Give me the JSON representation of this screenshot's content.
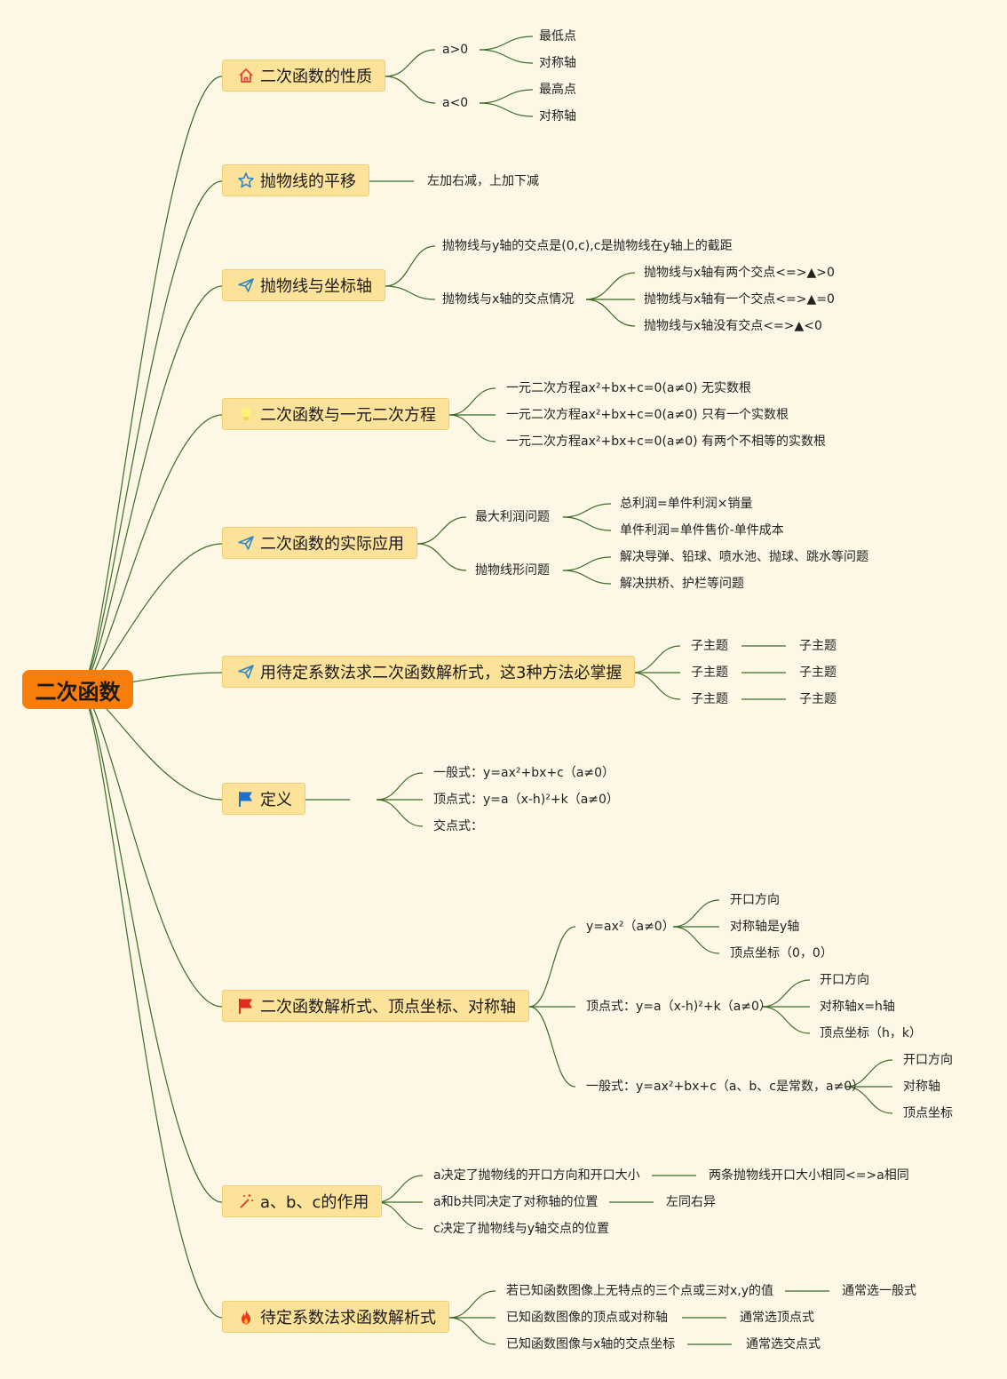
{
  "root": "二次函数",
  "branches": [
    {
      "label": "二次函数的性质",
      "icon": "home-icon"
    },
    {
      "label": "抛物线的平移",
      "icon": "star-icon"
    },
    {
      "label": "抛物线与坐标轴",
      "icon": "send-icon"
    },
    {
      "label": "二次函数与一元二次方程",
      "icon": "lightbulb-icon"
    },
    {
      "label": "二次函数的实际应用",
      "icon": "send-icon"
    },
    {
      "label": "用待定系数法求二次函数解析式，这3种方法必掌握",
      "icon": "send-icon"
    },
    {
      "label": "定义",
      "icon": "blue-flag-icon"
    },
    {
      "label": "二次函数解析式、顶点坐标、对称轴",
      "icon": "red-flag-icon"
    },
    {
      "label": "a、b、c的作用",
      "icon": "magic-wand-icon"
    },
    {
      "label": "待定系数法求函数解析式",
      "icon": "fire-icon"
    }
  ],
  "nodes": {
    "n1": "a>0",
    "n2": "最低点",
    "n3": "对称轴",
    "n4": "a<0",
    "n5": "最高点",
    "n6": "对称轴",
    "n7": "左加右减，上加下减",
    "n8": "抛物线与y轴的交点是(0,c),c是抛物线在y轴上的截距",
    "n9": "抛物线与x轴的交点情况",
    "n10": "抛物线与x轴有两个交点<=>▲>0",
    "n11": "抛物线与x轴有一个交点<=>▲=0",
    "n12": "抛物线与x轴没有交点<=>▲<0",
    "n13": "一元二次方程ax²+bx+c=0(a≠0)  无实数根",
    "n14": "一元二次方程ax²+bx+c=0(a≠0)  只有一个实数根",
    "n15": "一元二次方程ax²+bx+c=0(a≠0)  有两个不相等的实数根",
    "n16": "最大利润问题",
    "n17": "总利润=单件利润×销量",
    "n18": "单件利润=单件售价-单件成本",
    "n19": "抛物线形问题",
    "n20": "解决导弹、铅球、喷水池、抛球、跳水等问题",
    "n21": "解决拱桥、护栏等问题",
    "n22": "子主题",
    "n23": "子主题",
    "n24": "子主题",
    "n25": "子主题",
    "n26": "子主题",
    "n27": "子主题",
    "n28": "一般式：y=ax²+bx+c（a≠0）",
    "n29": "顶点式：y=a（x-h)²+k（a≠0）",
    "n30": "交点式：",
    "n31": "y=ax²（a≠0）",
    "n32": "开口方向",
    "n33": "对称轴是y轴",
    "n34": "顶点坐标（0，0）",
    "n35": "顶点式：y=a（x-h)²+k（a≠0）",
    "n36": "开口方向",
    "n37": "对称轴x=h轴",
    "n38": "顶点坐标（h，k）",
    "n39": "一般式：y=ax²+bx+c（a、b、c是常数，a≠0）",
    "n40": "开口方向",
    "n41": "对称轴",
    "n42": "顶点坐标",
    "n43": "a决定了抛物线的开口方向和开口大小",
    "n44": "两条抛物线开口大小相同<=>a相同",
    "n45": "a和b共同决定了对称轴的位置",
    "n46": "左同右异",
    "n47": "c决定了抛物线与y轴交点的位置",
    "n48": "若已知函数图像上无特点的三个点或三对x,y的值",
    "n49": "通常选一般式",
    "n50": "已知函数图像的顶点或对称轴",
    "n51": "通常选顶点式",
    "n52": "已知函数图像与x轴的交点坐标",
    "n53": "通常选交点式"
  }
}
